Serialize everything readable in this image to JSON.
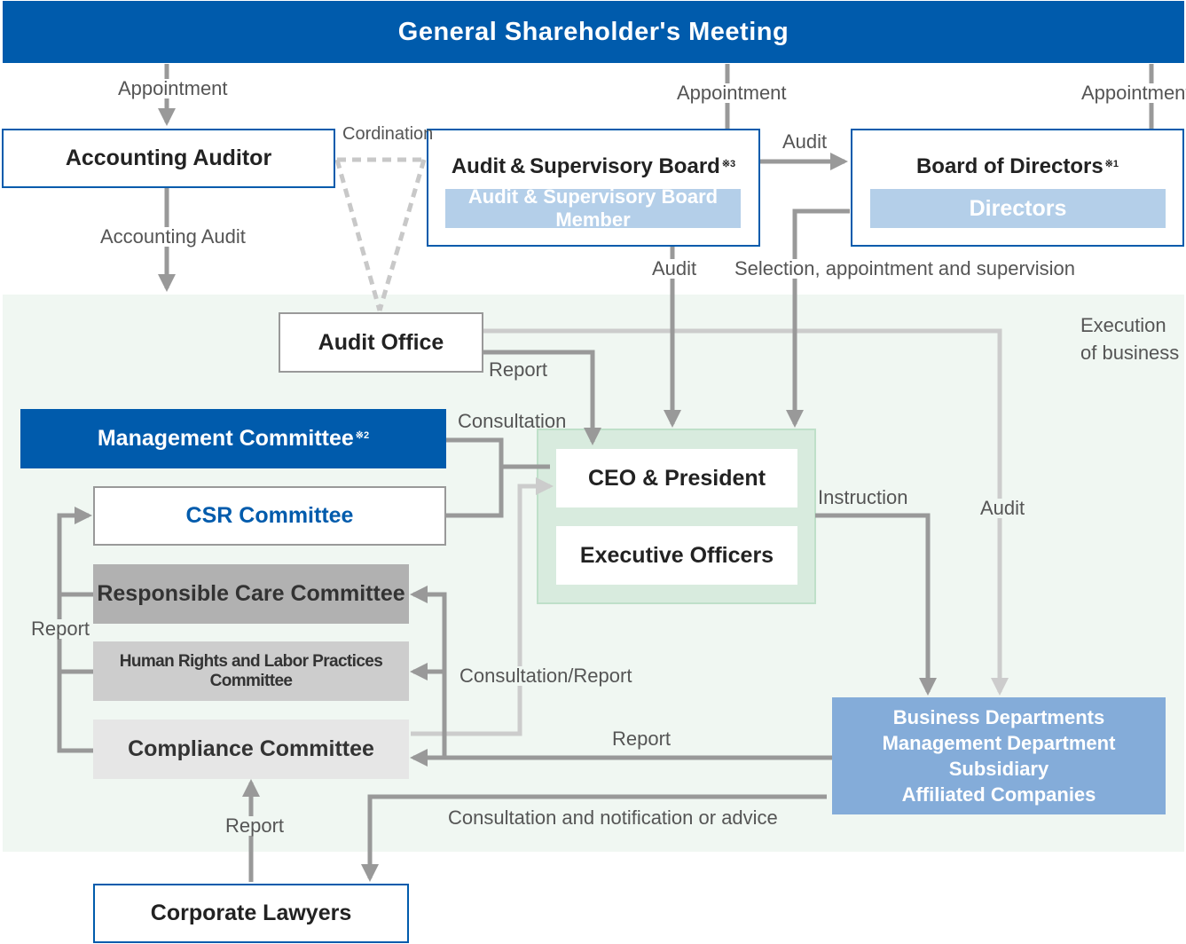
{
  "colors": {
    "brand_blue": "#005bac",
    "light_blue": "#b4cfe9",
    "mid_blue": "#84acd9",
    "exec_area": "#f0f7f2",
    "ceo_area": "#d8ebde",
    "arrow_dark": "#999999",
    "arrow_light": "#cccccc",
    "gray_dark": "#b1b1b1",
    "gray_mid": "#cdcdcd",
    "gray_light": "#e6e6e6"
  },
  "boxes": {
    "shareholders": "General Shareholder's Meeting",
    "accounting_auditor": "Accounting Auditor",
    "audit_board": "Audit & Supervisory Board",
    "audit_board_note": "※3",
    "audit_board_member": "Audit & Supervisory Board Member",
    "board_of_directors": "Board of Directors",
    "board_of_directors_note": "※1",
    "directors": "Directors",
    "audit_office": "Audit Office",
    "management_committee": "Management Committee",
    "management_committee_note": "※2",
    "csr_committee": "CSR Committee",
    "responsible_care": "Responsible Care Committee",
    "human_rights": "Human Rights and Labor Practices Committee",
    "compliance": "Compliance Committee",
    "ceo": "CEO & President",
    "executive_officers": "Executive Officers",
    "business_1": "Business Departments",
    "business_2": "Management Department",
    "business_3": "Subsidiary",
    "business_4": "Affiliated Companies",
    "corporate_lawyers": "Corporate Lawyers"
  },
  "labels": {
    "appointment_1": "Appointment",
    "appointment_2": "Appointment",
    "appointment_3": "Appointment",
    "cordination": "Cordination",
    "audit_board_to_directors": "Audit",
    "accounting_audit": "Accounting Audit",
    "audit_to_ceo": "Audit",
    "selection": "Selection, appointment and supervision",
    "execution_1": "Execution",
    "execution_2": "of business",
    "report_office": "Report",
    "consultation": "Consultation",
    "instruction": "Instruction",
    "audit_office_to_business": "Audit",
    "report_committees": "Report",
    "consultation_report": "Consultation/Report",
    "report_business": "Report",
    "consultation_advice": "Consultation and notification or advice",
    "report_lawyers": "Report"
  }
}
